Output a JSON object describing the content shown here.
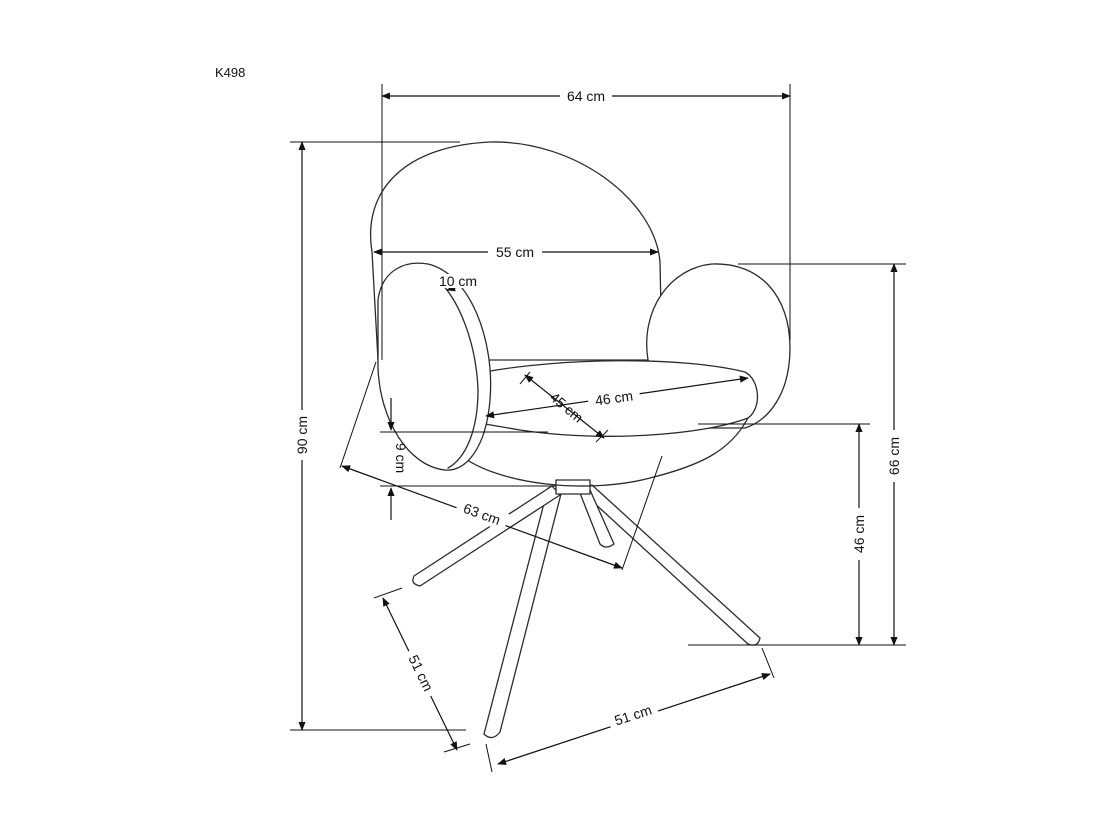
{
  "product_code": "K498",
  "colors": {
    "line": "#2b2b2b",
    "dimension": "#111111",
    "background": "#ffffff"
  },
  "dimensions": {
    "total_width": "64 cm",
    "backrest_width": "55 cm",
    "armrest_width": "10 cm",
    "seat_width": "46 cm",
    "seat_depth": "45 cm",
    "seat_thickness": "9 cm",
    "diagonal_width": "63 cm",
    "total_height": "90 cm",
    "armrest_height": "66 cm",
    "seat_height": "46 cm",
    "base_depth": "51 cm",
    "base_width": "51 cm"
  }
}
